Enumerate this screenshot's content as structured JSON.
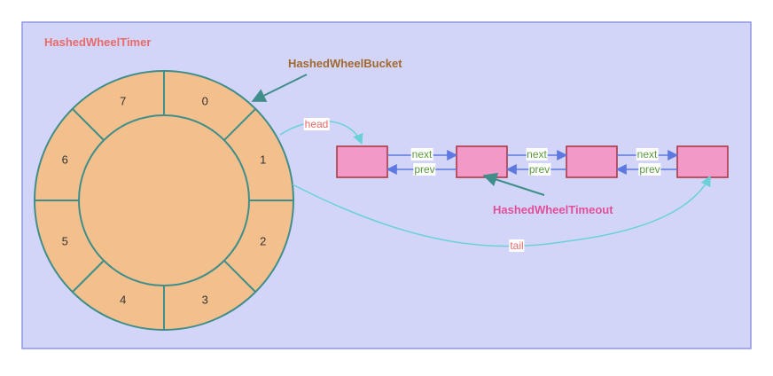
{
  "colors": {
    "frame_fill": "#d3d5f8",
    "frame_stroke": "#8e95e6",
    "wheel_fill": "#f3c08d",
    "wheel_stroke": "#3f8e8a",
    "node_fill": "#f299c8",
    "node_stroke": "#a8333f",
    "link_arrow": "#5d78e0",
    "pointer_arrow": "#6bd1d8",
    "callout_arrow": "#3f8e8a"
  },
  "timer_label": "HashedWheelTimer",
  "bucket_label": "HashedWheelBucket",
  "timeout_label": "HashedWheelTimeout",
  "wheel": {
    "slots": [
      "0",
      "1",
      "2",
      "3",
      "4",
      "5",
      "6",
      "7"
    ]
  },
  "list": {
    "head_label": "head",
    "tail_label": "tail",
    "links": [
      {
        "next": "next",
        "prev": "prev"
      },
      {
        "next": "next",
        "prev": "prev"
      },
      {
        "next": "next",
        "prev": "prev"
      }
    ]
  }
}
